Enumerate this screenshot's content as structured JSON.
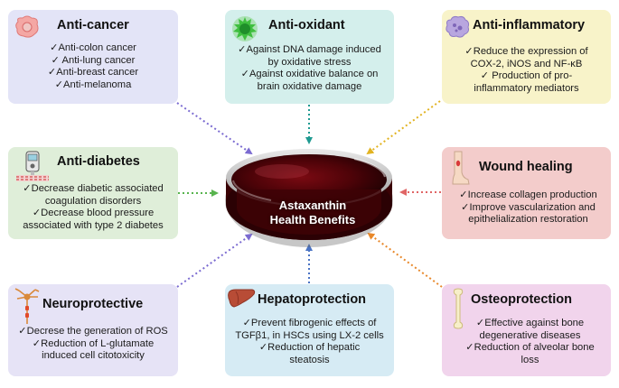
{
  "center": {
    "line1": "Astaxanthin",
    "line2": "Health Benefits"
  },
  "colors": {
    "purple": "#7b6bd1",
    "teal": "#1f9a91",
    "gold": "#e2b321",
    "green": "#58b44e",
    "red": "#e06666",
    "blue": "#4a73c4",
    "orange": "#e8882a"
  },
  "boxes": {
    "anticancer": {
      "title": "Anti-cancer",
      "icon": "cancer-cell-icon",
      "items": [
        "✓Anti-colon cancer",
        "✓ Anti-lung cancer",
        "✓Anti-breast cancer",
        "✓Anti-melanoma"
      ]
    },
    "antioxidant": {
      "title": "Anti-oxidant",
      "icon": "antioxidant-cell-icon",
      "items": [
        "✓Against DNA damage induced",
        "by oxidative stress",
        "✓Against oxidative balance on",
        "brain oxidative damage"
      ]
    },
    "antiinflammatory": {
      "title": "Anti-inflammatory",
      "icon": "macrophage-icon",
      "items": [
        "✓Reduce the expression of",
        "COX-2, iNOS and NF-κB",
        "✓ Production of pro-",
        "inflammatory mediators"
      ]
    },
    "antidiabetes": {
      "title": "Anti-diabetes",
      "icon": "glucose-meter-icon",
      "items": [
        "✓Decrease  diabetic associated",
        "coagulation disorders",
        "✓Decrease blood pressure",
        "associated with type 2 diabetes"
      ]
    },
    "woundhealing": {
      "title": "Wound healing",
      "icon": "leg-wound-icon",
      "items": [
        "✓Increase collagen production",
        "✓Improve vascularization and",
        "epithelialization restoration"
      ]
    },
    "neuroprotective": {
      "title": "Neuroprotective",
      "icon": "neuron-icon",
      "items": [
        "✓Decrese the generation of ROS",
        "✓Reduction of L-glutamate",
        "induced cell citotoxicity"
      ]
    },
    "hepatoprotection": {
      "title": "Hepatoprotection",
      "icon": "liver-icon",
      "items": [
        "✓Prevent fibrogenic effects of",
        "TGFβ1, in HSCs using LX-2 cells",
        "✓Reduction of hepatic",
        "steatosis"
      ]
    },
    "osteoprotection": {
      "title": "Osteoprotection",
      "icon": "bone-icon",
      "items": [
        "✓Effective against bone",
        "degenerative diseases",
        "✓Reduction of alveolar bone",
        "loss"
      ]
    }
  }
}
